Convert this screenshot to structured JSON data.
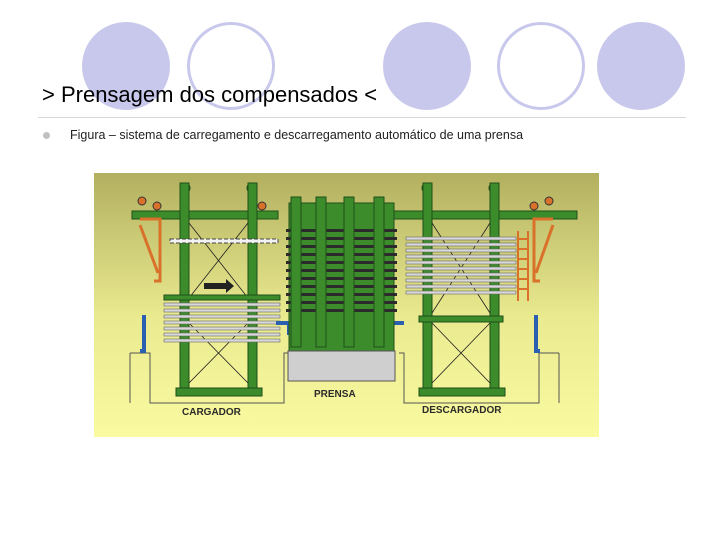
{
  "slide": {
    "title": "> Prensagem dos compensados <",
    "bullet": "Figura – sistema de carregamento e descarregamento automático de uma prensa"
  },
  "figure": {
    "labels": {
      "loader": "CARGADOR",
      "press": "PRENSA",
      "unloader": "DESCARGADOR"
    }
  },
  "colors": {
    "decor_circle": "#c8c8ec",
    "frame_green": "#3c8c2c",
    "frame_dark": "#1f4f17",
    "plate_dark": "#2b2b2b",
    "plate_light": "#d8d8d8",
    "rust": "#d9712a",
    "blue": "#2b5fb0",
    "figure_bg_top": "#b2b060",
    "figure_bg_bottom": "#fafaa0"
  }
}
